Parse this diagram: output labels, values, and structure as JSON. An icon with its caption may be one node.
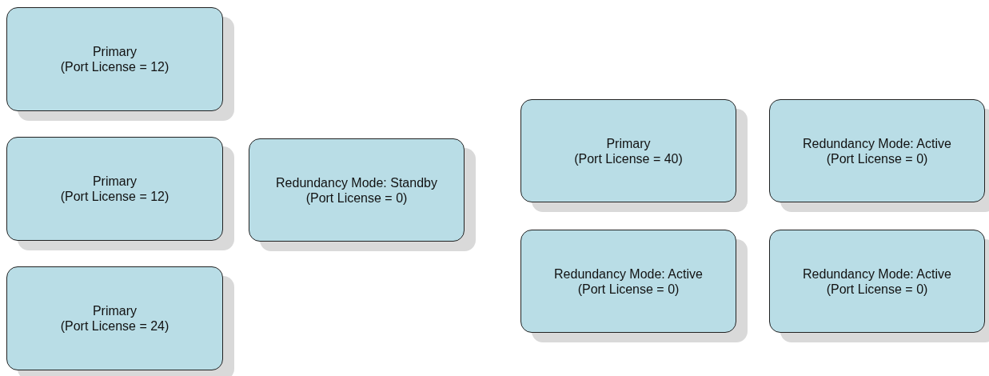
{
  "diagram": {
    "nodes": [
      {
        "text": [
          "Primary",
          "(Port License = 12)"
        ]
      },
      {
        "text": [
          "Primary",
          "(Port License = 12)"
        ]
      },
      {
        "text": [
          "Primary",
          "(Port License = 24)"
        ]
      },
      {
        "text": [
          "Redundancy Mode: Standby",
          "(Port License = 0)"
        ]
      },
      {
        "text": [
          "Primary",
          "(Port License = 40)"
        ]
      },
      {
        "text": [
          "Redundancy Mode: Active",
          "(Port License = 0)"
        ]
      },
      {
        "text": [
          "Redundancy Mode: Active",
          "(Port License = 0)"
        ]
      },
      {
        "text": [
          "Redundancy Mode: Active",
          "(Port License = 0)"
        ]
      }
    ]
  }
}
